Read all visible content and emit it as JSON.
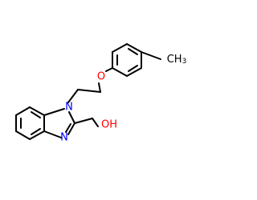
{
  "atom_labels": {
    "oxygen_ether": "O",
    "methyl": "CH3",
    "nitrogen_1": "N",
    "nitrogen_3": "N",
    "hydroxyl": "OH"
  },
  "colors": {
    "carbon": "#000000",
    "nitrogen": "#0000ff",
    "oxygen": "#ff0000",
    "background": "#ffffff"
  }
}
